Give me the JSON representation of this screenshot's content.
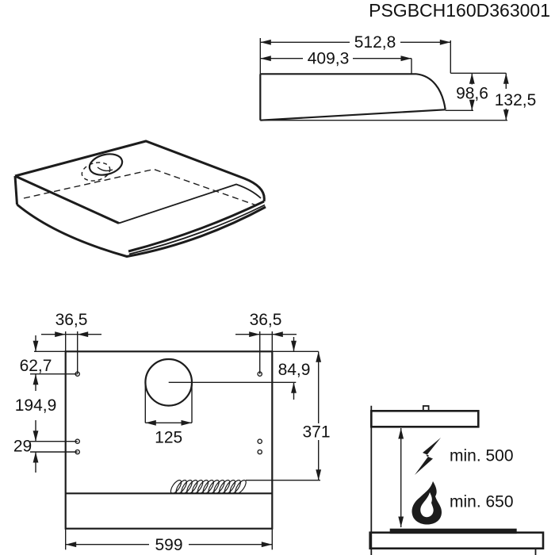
{
  "title": "PSGBCH160D363001",
  "side_view": {
    "total_depth": "512,8",
    "top_depth": "409,3",
    "front_height": "98,6",
    "total_height": "132,5"
  },
  "bottom_view": {
    "screw_inset_left": "36,5",
    "screw_inset_right": "36,5",
    "rear_to_top_screw": "62,7",
    "top_to_bottom_screws": "194,9",
    "screw_pair_spacing": "29",
    "duct_hole_diameter": "125",
    "rear_to_duct_center": "84,9",
    "body_depth": "371",
    "body_width": "599"
  },
  "installation": {
    "electric_hob_clearance": "min. 500",
    "gas_hob_clearance": "min. 650"
  },
  "icons": {
    "lightning": "lightning-bolt",
    "flame": "flame"
  },
  "colors": {
    "line": "#1c1c1c",
    "background": "#ffffff"
  }
}
